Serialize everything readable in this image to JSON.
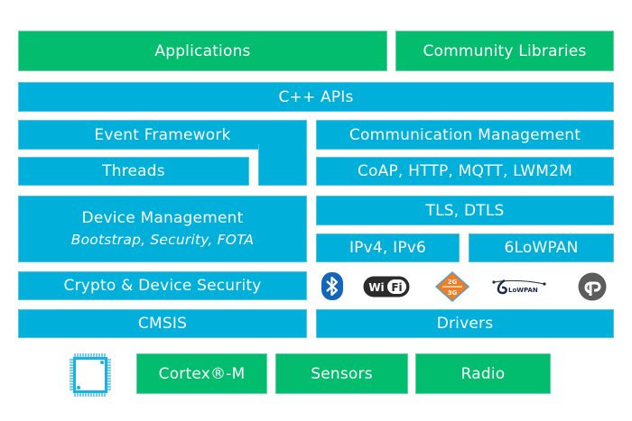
{
  "diagram": {
    "top_layer": {
      "applications": "Applications",
      "community_libraries": "Community Libraries"
    },
    "cpp_apis": "C++ APIs",
    "left_stack": {
      "event_framework": "Event Framework",
      "threads": "Threads",
      "device_management": "Device Management",
      "device_management_sub": "Bootstrap, Security, FOTA",
      "crypto": "Crypto & Device Security",
      "cmsis": "CMSIS"
    },
    "right_stack": {
      "communication_management": "Communication Management",
      "protocols": "CoAP, HTTP, MQTT, LWM2M",
      "tls": "TLS, DTLS",
      "ip": "IPv4, IPv6",
      "sixlowpan": "6LoWPAN",
      "connectivity_icons": [
        {
          "name": "bluetooth-icon",
          "label": "Bluetooth"
        },
        {
          "name": "wifi-icon",
          "label": "WiFi"
        },
        {
          "name": "cellular-2g-3g-icon",
          "label": "2G 3G"
        },
        {
          "name": "6lowpan-logo-icon",
          "label": "6LoWPAN"
        },
        {
          "name": "thread-logo-icon",
          "label": "Thread"
        }
      ],
      "wifi_text": "WiFi",
      "cell_top": "2G",
      "cell_bottom": "3G",
      "lowpan_text": "LoWPAN",
      "drivers": "Drivers"
    },
    "hardware": {
      "chip_icon": "microcontroller-chip-icon",
      "cortex": "Cortex®-M",
      "sensors": "Sensors",
      "radio": "Radio"
    },
    "colors": {
      "green": "#03bd6f",
      "blue": "#00b0da",
      "bluetooth": "#1565b8",
      "cellular": "#f47b20",
      "thread_gray": "#5c5c5c"
    }
  }
}
